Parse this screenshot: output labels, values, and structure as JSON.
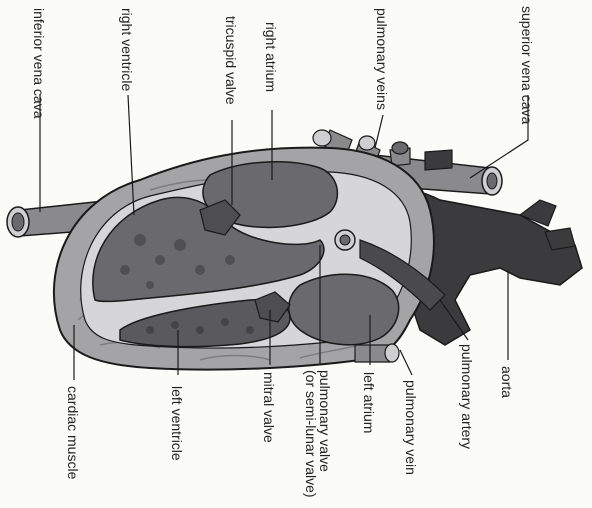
{
  "labels": {
    "inferior_vena_cava": "inferior vena cava",
    "right_ventricle": "right ventricle",
    "tricuspid_valve": "tricuspid valve",
    "right_atrium": "right atrium",
    "pulmonary_veins": "pulmonary veins",
    "superior_vena_cava": "superior vena cava",
    "cardiac_muscle": "cardiac muscle",
    "left_ventricle": "left ventricle",
    "mitral_valve": "mitral valve",
    "pulmonary_valve_line1": "pulmonary valve",
    "pulmonary_valve_line2": "(or semi-lunar valve)",
    "left_atrium": "left atrium",
    "pulmonary_vein": "pulmonary vein",
    "pulmonary_artery": "pulmonary artery",
    "aorta": "aorta"
  },
  "colors": {
    "outline": "#1a1a1a",
    "wall": "#a4a4a6",
    "chamber": "#6a6a6e",
    "lining": "#d6d6d8",
    "vessel": "#8a8a8c",
    "aorta": "#3b3b3d"
  }
}
